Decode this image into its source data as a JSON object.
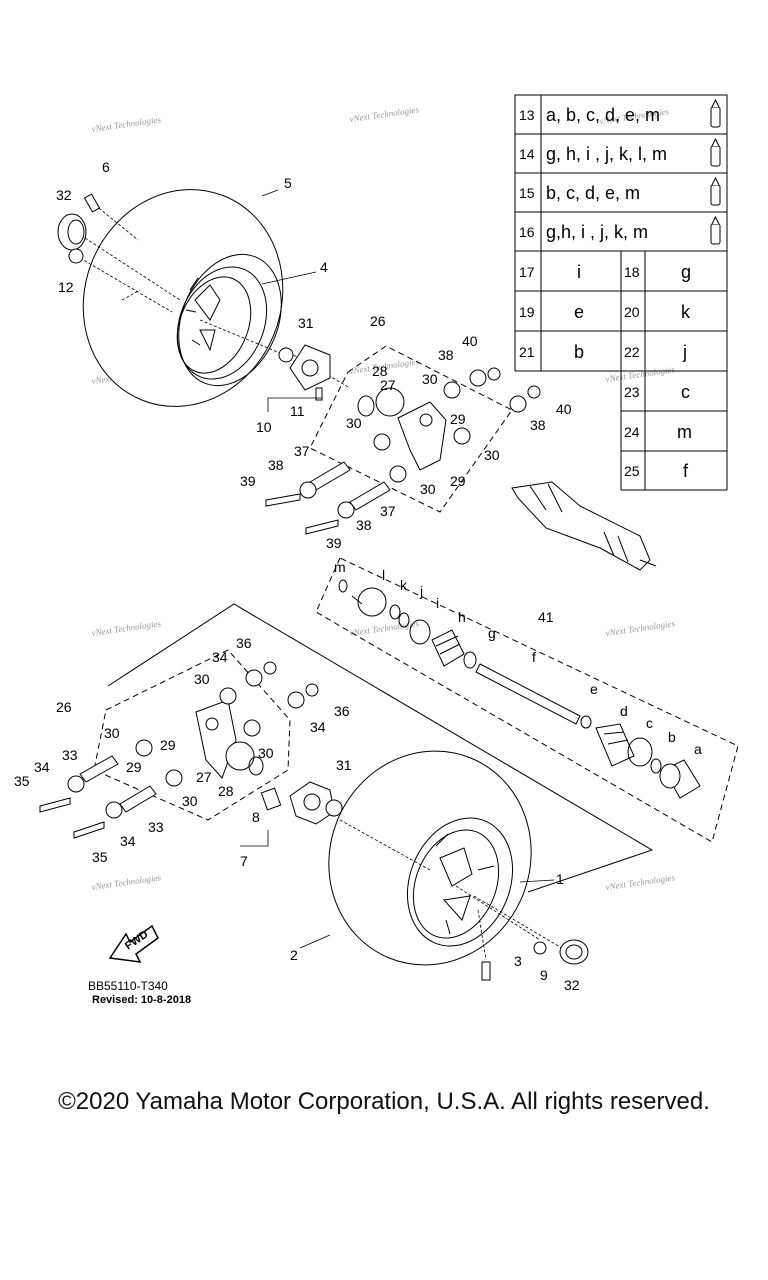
{
  "watermark": "vNext Technologies",
  "drawing_code": "BB55110-T340",
  "revised": "Revised: 10-8-2018",
  "fwd_label": "FWD",
  "copyright": "©2020 Yamaha Motor Corporation, U.S.A. All rights reserved.",
  "grease_table": [
    {
      "num": "13",
      "text": "a, b, c, d, e, m"
    },
    {
      "num": "14",
      "text": "g, h, i , j, k, l, m"
    },
    {
      "num": "15",
      "text": "b, c, d, e, m"
    },
    {
      "num": "16",
      "text": "g,h, i , j, k, m"
    }
  ],
  "pair_table": [
    {
      "n1": "17",
      "v1": "i",
      "n2": "18",
      "v2": "g"
    },
    {
      "n1": "19",
      "v1": "e",
      "n2": "20",
      "v2": "k"
    },
    {
      "n1": "21",
      "v1": "b",
      "n2": "22",
      "v2": "j"
    },
    {
      "n2": "23",
      "v2": "c"
    },
    {
      "n2": "24",
      "v2": "m"
    },
    {
      "n2": "25",
      "v2": "f"
    }
  ],
  "callouts": [
    {
      "id": "c6",
      "text": "6"
    },
    {
      "id": "c5",
      "text": "5"
    },
    {
      "id": "c32a",
      "text": "32"
    },
    {
      "id": "c12",
      "text": "12"
    },
    {
      "id": "c4",
      "text": "4"
    },
    {
      "id": "c31a",
      "text": "31"
    },
    {
      "id": "c26a",
      "text": "26"
    },
    {
      "id": "c40a",
      "text": "40"
    },
    {
      "id": "c38a",
      "text": "38"
    },
    {
      "id": "c28a",
      "text": "28"
    },
    {
      "id": "c27a",
      "text": "27"
    },
    {
      "id": "c30a",
      "text": "30"
    },
    {
      "id": "c11",
      "text": "11"
    },
    {
      "id": "c10",
      "text": "10"
    },
    {
      "id": "c30b",
      "text": "30"
    },
    {
      "id": "c29a",
      "text": "29"
    },
    {
      "id": "c30c",
      "text": "30"
    },
    {
      "id": "c38b",
      "text": "38"
    },
    {
      "id": "c40b",
      "text": "40"
    },
    {
      "id": "c37a",
      "text": "37"
    },
    {
      "id": "c38c",
      "text": "38"
    },
    {
      "id": "c39a",
      "text": "39"
    },
    {
      "id": "c29b",
      "text": "29"
    },
    {
      "id": "c30d",
      "text": "30"
    },
    {
      "id": "c37b",
      "text": "37"
    },
    {
      "id": "c38d",
      "text": "38"
    },
    {
      "id": "c39b",
      "text": "39"
    },
    {
      "id": "cm",
      "text": "m"
    },
    {
      "id": "cl",
      "text": "l"
    },
    {
      "id": "ck",
      "text": "k"
    },
    {
      "id": "cj",
      "text": "j"
    },
    {
      "id": "ci",
      "text": "i"
    },
    {
      "id": "ch",
      "text": "h"
    },
    {
      "id": "cg",
      "text": "g"
    },
    {
      "id": "c41",
      "text": "41"
    },
    {
      "id": "cf",
      "text": "f"
    },
    {
      "id": "ce",
      "text": "e"
    },
    {
      "id": "cd",
      "text": "d"
    },
    {
      "id": "cc",
      "text": "c"
    },
    {
      "id": "cb",
      "text": "b"
    },
    {
      "id": "ca",
      "text": "a"
    },
    {
      "id": "c36a",
      "text": "36"
    },
    {
      "id": "c34a",
      "text": "34"
    },
    {
      "id": "c30e",
      "text": "30"
    },
    {
      "id": "c26b",
      "text": "26"
    },
    {
      "id": "c36b",
      "text": "36"
    },
    {
      "id": "c34b",
      "text": "34"
    },
    {
      "id": "c30f",
      "text": "30"
    },
    {
      "id": "c29c",
      "text": "29"
    },
    {
      "id": "c30g",
      "text": "30"
    },
    {
      "id": "c33a",
      "text": "33"
    },
    {
      "id": "c29d",
      "text": "29"
    },
    {
      "id": "c27b",
      "text": "27"
    },
    {
      "id": "c34c",
      "text": "34"
    },
    {
      "id": "c35a",
      "text": "35"
    },
    {
      "id": "c28b",
      "text": "28"
    },
    {
      "id": "c30h",
      "text": "30"
    },
    {
      "id": "c31b",
      "text": "31"
    },
    {
      "id": "c33b",
      "text": "33"
    },
    {
      "id": "c8",
      "text": "8"
    },
    {
      "id": "c34d",
      "text": "34"
    },
    {
      "id": "c35b",
      "text": "35"
    },
    {
      "id": "c7",
      "text": "7"
    },
    {
      "id": "c1",
      "text": "1"
    },
    {
      "id": "c2",
      "text": "2"
    },
    {
      "id": "c3",
      "text": "3"
    },
    {
      "id": "c9",
      "text": "9"
    },
    {
      "id": "c32b",
      "text": "32"
    }
  ]
}
